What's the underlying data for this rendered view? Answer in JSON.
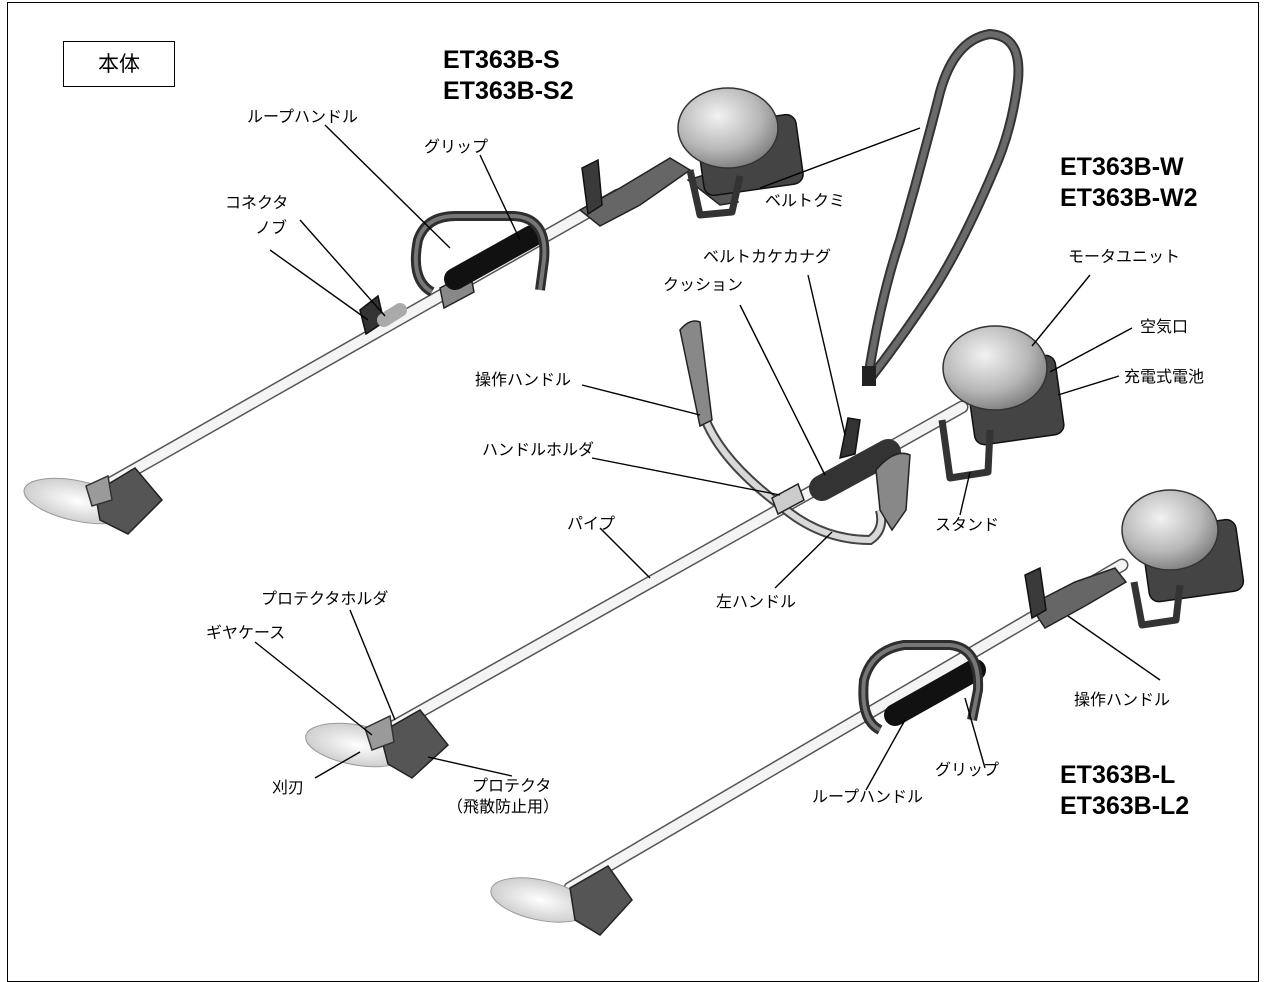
{
  "section_title": "本体",
  "models": {
    "top": [
      "ET363B-S",
      "ET363B-S2"
    ],
    "right": [
      "ET363B-W",
      "ET363B-W2"
    ],
    "bottom": [
      "ET363B-L",
      "ET363B-L2"
    ]
  },
  "labels": {
    "loop_handle_top": "ループハンドル",
    "grip_top": "グリップ",
    "connector": "コネクタ",
    "knob": "ノブ",
    "belt": "ベルトクミ",
    "belt_hook": "ベルトカケカナグ",
    "cushion": "クッション",
    "motor_unit": "モータユニット",
    "air_vent": "空気口",
    "battery": "充電式電池",
    "control_handle_mid": "操作ハンドル",
    "handle_holder": "ハンドルホルダ",
    "stand": "スタンド",
    "pipe": "パイプ",
    "left_handle": "左ハンドル",
    "protector_holder": "プロテクタホルダ",
    "gear_case": "ギヤケース",
    "blade": "刈刃",
    "protector": "プロテクタ",
    "protector_note": "（飛散防止用）",
    "control_handle_bottom": "操作ハンドル",
    "grip_bottom": "グリップ",
    "loop_handle_bottom": "ループハンドル"
  },
  "colors": {
    "body_gray": "#9a9a9a",
    "dark_gray": "#4a4a4a",
    "light_gray": "#d9d9d9",
    "black": "#111111",
    "white": "#ffffff"
  }
}
